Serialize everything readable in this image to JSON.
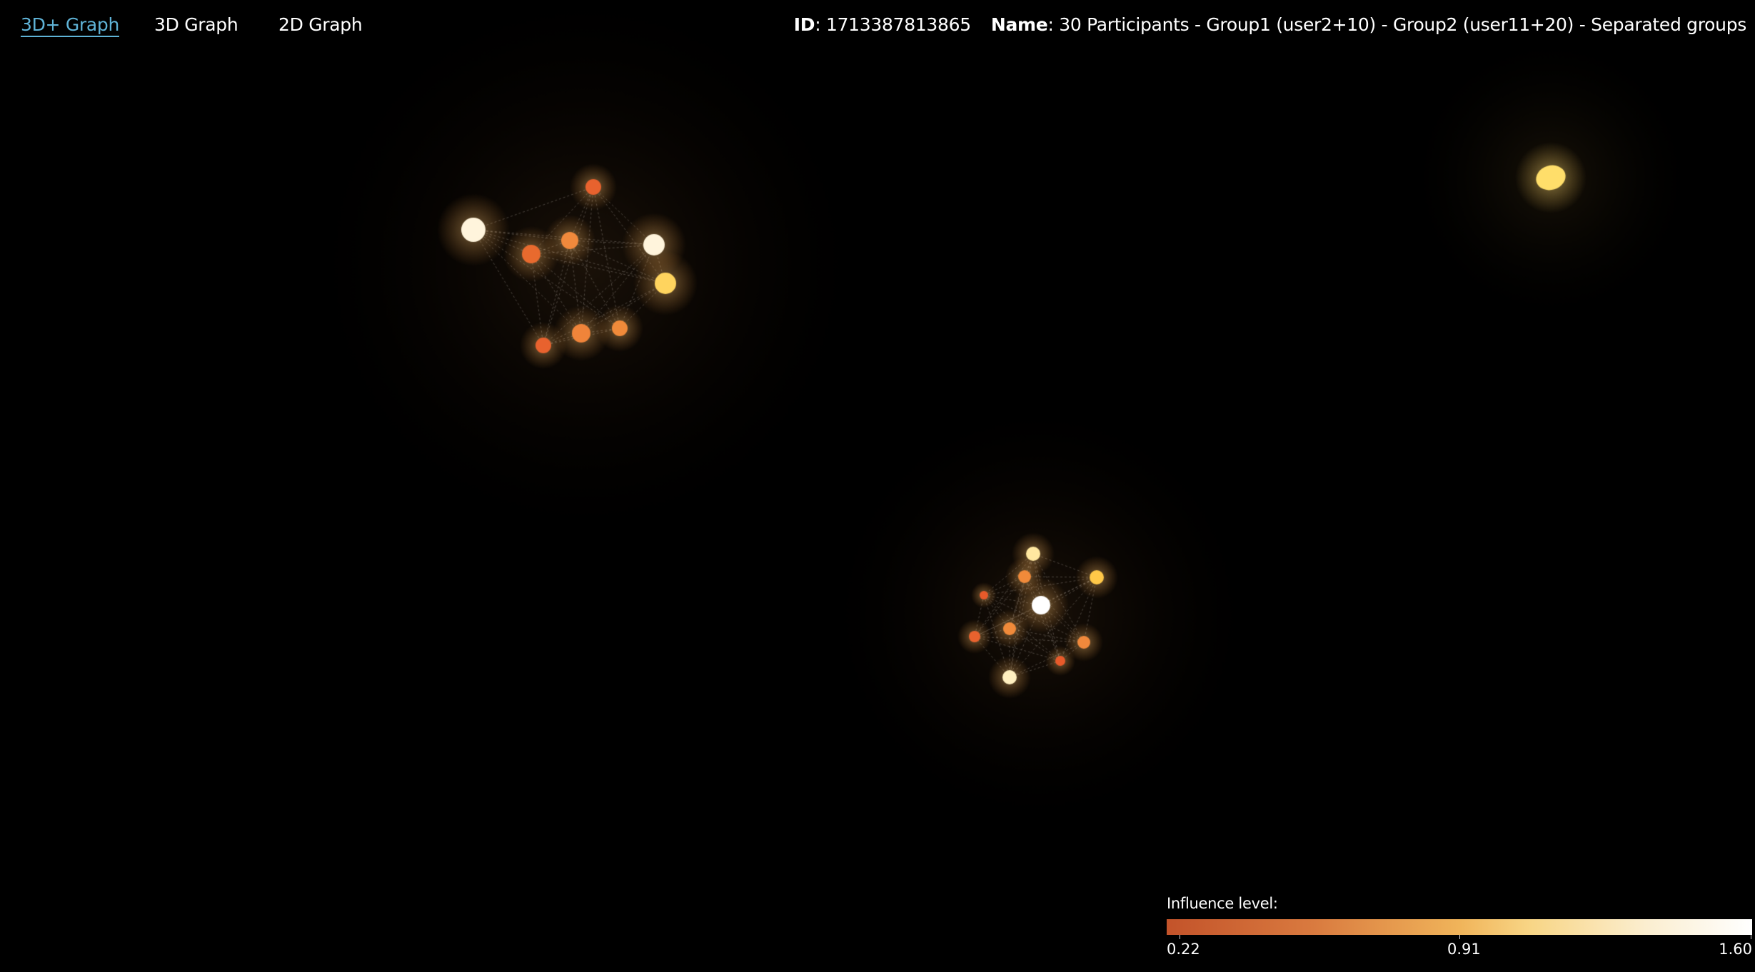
{
  "nav": {
    "tabs": [
      {
        "label": "3D+ Graph",
        "active": true
      },
      {
        "label": "3D Graph",
        "active": false
      },
      {
        "label": "2D Graph",
        "active": false
      }
    ]
  },
  "info": {
    "id_label": "ID",
    "id_value": ": 1713387813865",
    "name_label": "Name",
    "name_value": ": 30 Participants - Group1 (user2+10) - Group2 (user11+20) - Separated groups"
  },
  "legend": {
    "title": "Influence level:",
    "min": "0.22",
    "mid": "0.91",
    "max": "1.60"
  },
  "colors": {
    "accent": "#5fb3d7",
    "background": "#000000",
    "scale_low": "#c3532a",
    "scale_mid": "#f0b45a",
    "scale_high": "#ffffff"
  }
}
